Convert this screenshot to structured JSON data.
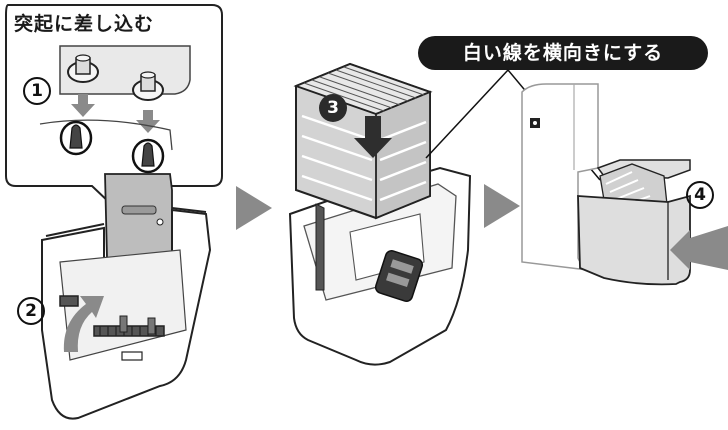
{
  "callout": {
    "title": "突起に差し込む"
  },
  "banner": {
    "text": "白い線を横向きにする"
  },
  "steps": {
    "s1": "1",
    "s2": "2",
    "s3": "3",
    "s4": "4"
  },
  "colors": {
    "arrow_gray": "#8a8a8a",
    "outline": "#222222",
    "banner_bg": "#1a1a1a",
    "filter_gray": "#cfcfcf",
    "tray_light": "#e6e6e6"
  },
  "icons": [
    "down-arrow-icon",
    "curved-arrow-icon",
    "play-triangle-icon",
    "push-arrow-icon"
  ]
}
